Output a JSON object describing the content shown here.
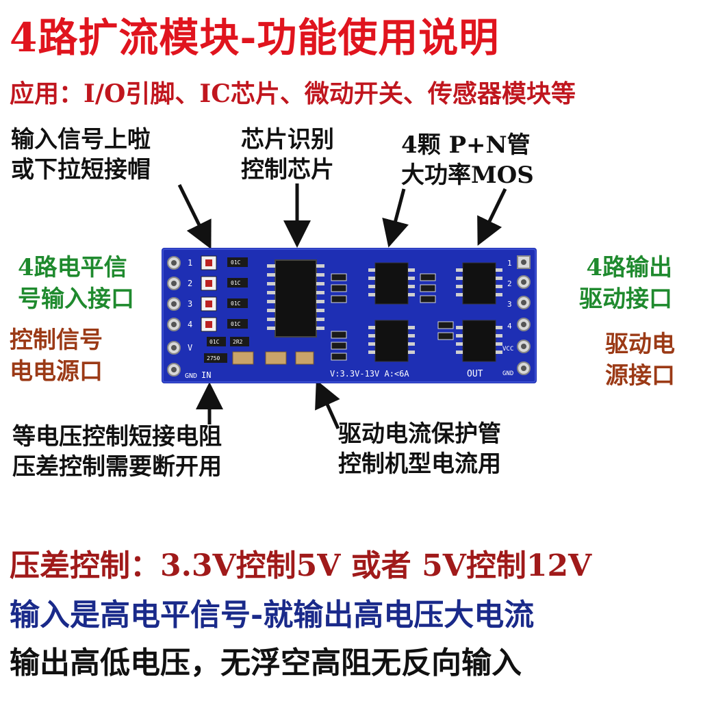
{
  "title": "4路扩流模块-功能使用说明",
  "subtitle": "应用：I/O引脚、IC芯片、微动开关、传感器模块等",
  "callouts": {
    "pullup": [
      "输入信号上啦",
      "或下拉短接帽"
    ],
    "chip": [
      "芯片识别",
      "控制芯片"
    ],
    "mos": [
      "4颗 P+N管",
      "大功率MOS"
    ],
    "input_port": [
      "4路电平信",
      "号输入接口"
    ],
    "control_power": [
      "控制信号",
      "电电源口"
    ],
    "output_port": [
      "4路输出",
      "驱动接口"
    ],
    "drive_power": [
      "驱动电",
      "源接口"
    ],
    "resistor": [
      "等电压控制短接电阻",
      "压差控制需要断开用"
    ],
    "protect": [
      "驱动电流保护管",
      "控制机型电流用"
    ]
  },
  "board": {
    "left_pins": [
      "1",
      "2",
      "3",
      "4",
      "V",
      "GND"
    ],
    "right_pins": [
      "1",
      "2",
      "3",
      "4",
      "VCC",
      "GND"
    ],
    "in_label": "IN",
    "out_label": "OUT",
    "spec": "V:3.3V-13V  A:<6A",
    "resistor_codes": [
      "01C",
      "01C",
      "01C",
      "01C",
      "01C",
      "2R2",
      "2750"
    ]
  },
  "bottom": {
    "line1": "压差控制：3.3V控制5V 或者 5V控制12V",
    "line2": "输入是高电平信号-就输出高电压大电流",
    "line3": "输出高低电压，无浮空高阻无反向输入"
  },
  "colors": {
    "title": "#e0141e",
    "green": "#1f8a2e",
    "brown": "#9b3a16",
    "pcb": "#1e2fb4",
    "bottom_blue": "#1a2a8a"
  }
}
